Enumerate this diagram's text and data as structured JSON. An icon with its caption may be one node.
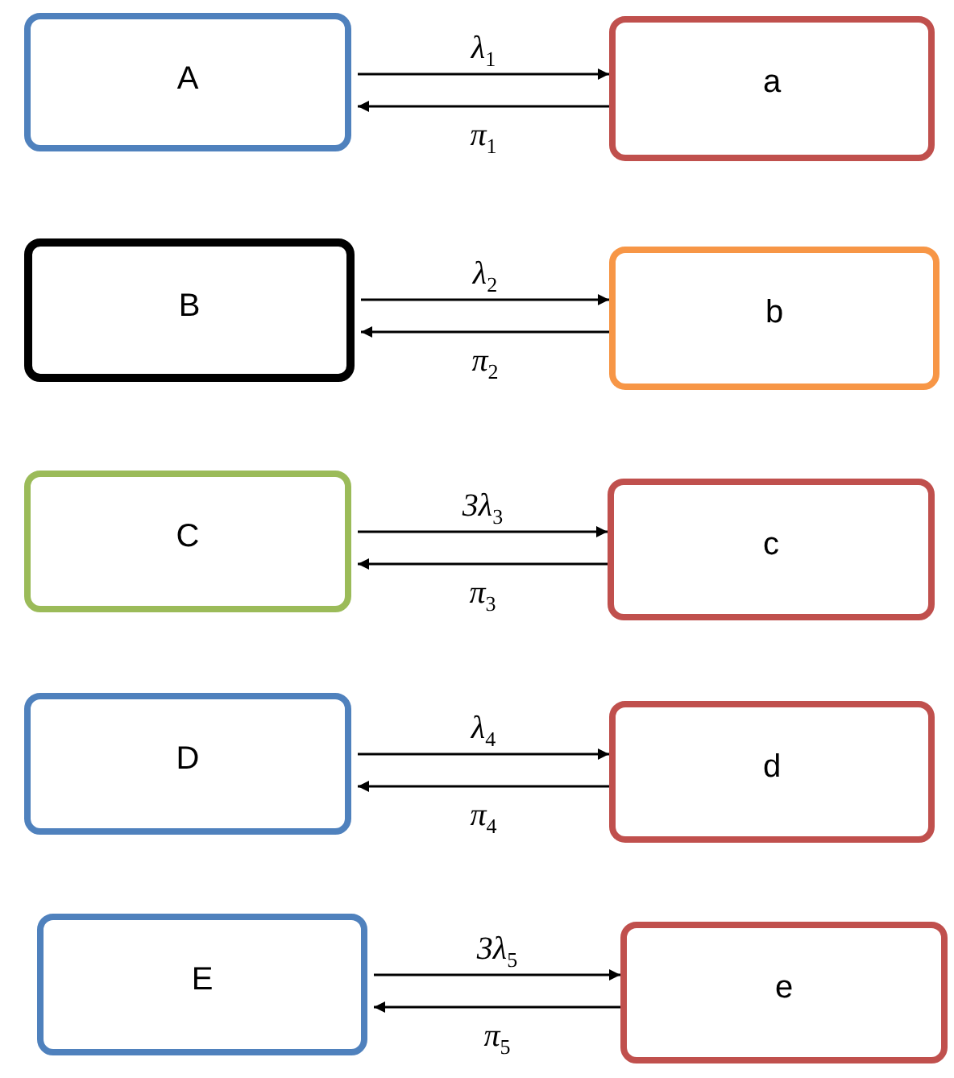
{
  "diagram": {
    "nodes": [
      {
        "text": [
          "A"
        ]
      },
      {
        "text": [
          "a"
        ]
      },
      {
        "text": [
          "B"
        ]
      },
      {
        "text": [
          "b"
        ]
      },
      {
        "text": [
          "C"
        ]
      },
      {
        "text": [
          "c"
        ]
      },
      {
        "text": [
          "D"
        ]
      },
      {
        "text": [
          "d"
        ]
      },
      {
        "text": [
          "E"
        ]
      },
      {
        "text": [
          "e"
        ]
      }
    ],
    "edges": [
      {
        "from": 0,
        "to": 1,
        "arrow": "to",
        "label": "λ$_{1}$"
      },
      {
        "from": 1,
        "to": 0,
        "arrow": "to",
        "label": "π$_{1}$"
      },
      {
        "from": 2,
        "to": 3,
        "arrow": "to",
        "label": "λ$_{2}$"
      },
      {
        "from": 3,
        "to": 2,
        "arrow": "to",
        "label": "π$_{2}$"
      },
      {
        "from": 4,
        "to": 5,
        "arrow": "to",
        "label": "3λ$_{3}$"
      },
      {
        "from": 5,
        "to": 4,
        "arrow": "to",
        "label": "π$_{3}$"
      },
      {
        "from": 6,
        "to": 7,
        "arrow": "to",
        "label": "λ$_{4}$"
      },
      {
        "from": 7,
        "to": 6,
        "arrow": "to",
        "label": "π$_{4}$"
      },
      {
        "from": 8,
        "to": 9,
        "arrow": "to",
        "label": "3λ$_{5}$"
      },
      {
        "from": 9,
        "to": 8,
        "arrow": "to",
        "label": "π$_{5}$"
      }
    ]
  }
}
